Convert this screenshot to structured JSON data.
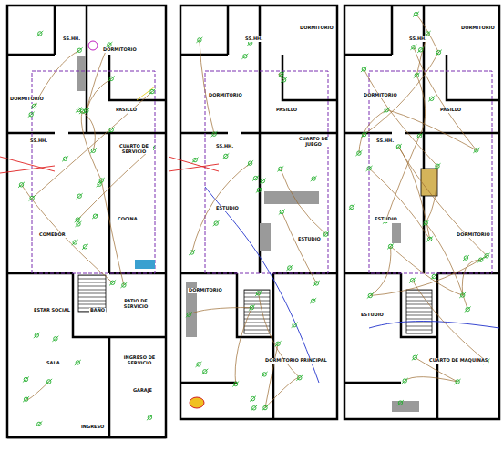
{
  "diagram": {
    "labels": [
      "DORMITORIO",
      "SS.HH.",
      "DORMITORIO",
      "PASILLO",
      "SS.HH.",
      "CUARTO DE SERVICIO",
      "COMEDOR",
      "COCINA",
      "ESTAR SOCIAL",
      "BAÑO",
      "PATIO DE SERVICIO",
      "SALA",
      "INGRESO DE SERVICIO",
      "GARAJE",
      "INGRESO",
      "SS.HH.",
      "DORMITORIO",
      "DORMITORIO",
      "PASILLO",
      "SS.HH.",
      "CUARTO DE JUEGO",
      "ESTUDIO",
      "ESTUDIO",
      "DORMITORIO",
      "DORMITORIO PRINCIPAL",
      "SS.HH.",
      "DORMITORIO",
      "DORMITORIO",
      "PASILLO",
      "SS.HH.",
      "ESTUDIO",
      "DORMITORIO",
      "ESTUDIO",
      "CUARTO DE MAQUINAS"
    ]
  }
}
